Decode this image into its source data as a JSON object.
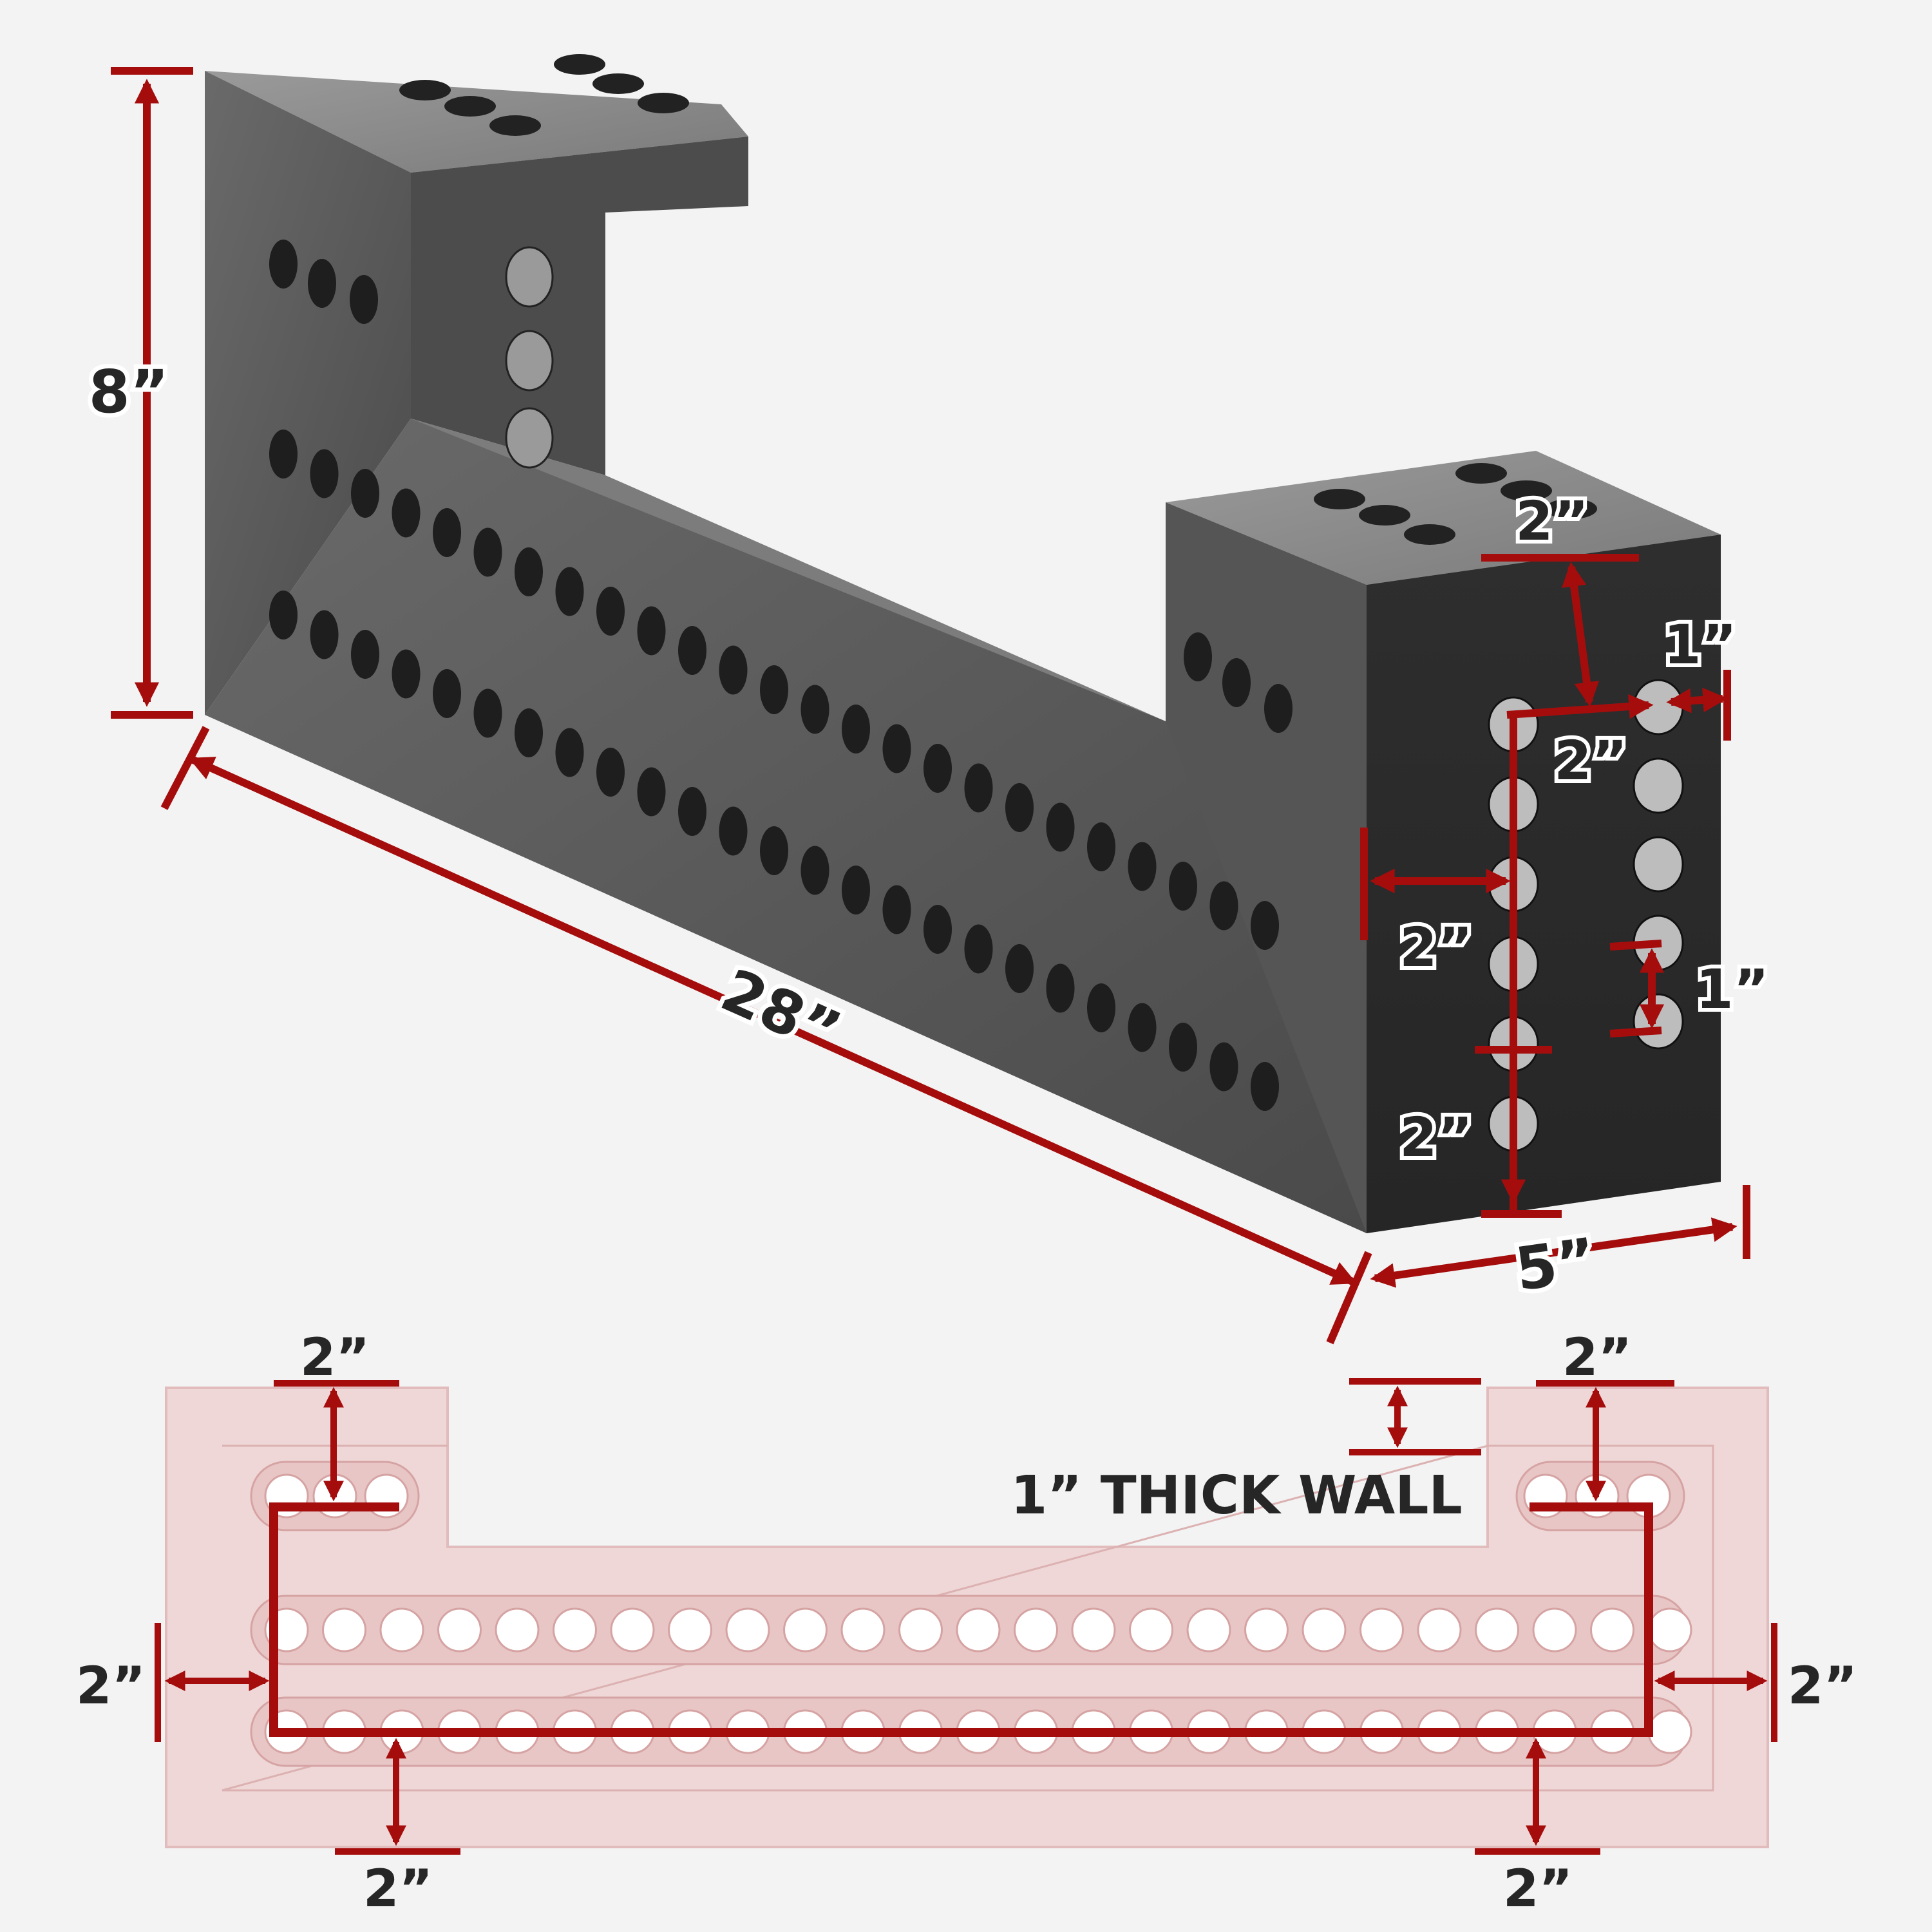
{
  "colors": {
    "background": "#f3f3f3",
    "steel_dark": "#3e3e3e",
    "steel_mid": "#5c5c5c",
    "steel_light": "#8a8a8a",
    "dimension_red": "#a50d0d",
    "plan_fill": "#ecd1d1",
    "plan_line": "#d9a7a7",
    "label_dark": "#262626"
  },
  "dimensions": {
    "height": "8”",
    "length": "28”",
    "width": "5”",
    "end_top": "2”",
    "end_right": "1”",
    "end_inner": "2”",
    "end_left": "2”",
    "end_pitch": "1”",
    "end_bottom": "2”"
  },
  "plan": {
    "callout": "1” THICK WALL",
    "top_left": "2”",
    "top_right": "2”",
    "left": "2”",
    "right": "2”",
    "bottom_left": "2”",
    "bottom_right": "2”"
  }
}
